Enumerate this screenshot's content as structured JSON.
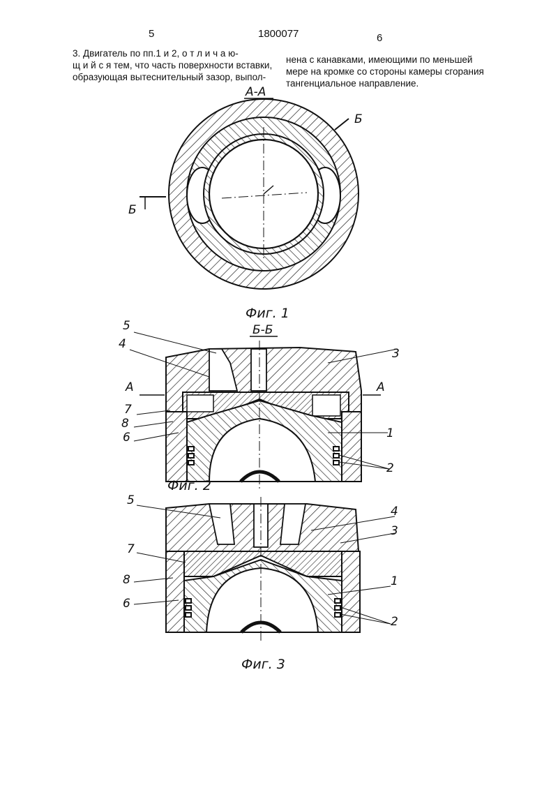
{
  "header": {
    "page_left": "5",
    "doc_number": "1800077",
    "page_right": "6"
  },
  "claim": {
    "left_lines": [
      "3. Двигатель по пп.1 и 2, о т л и ч а ю-",
      "щ и й с я тем, что часть поверхности вставки,",
      "образующая вытеснительный зазор, выпол-"
    ],
    "right_lines": [
      "нена с канавками, имеющими по меньшей",
      "мере на кромке со стороны камеры сгорания",
      "тангенциальное направление."
    ]
  },
  "fig1": {
    "section_label": "А-А",
    "cut_label_left": "Б",
    "cut_label_right": "Б",
    "caption": "Фиг. 1"
  },
  "fig2": {
    "section_label": "Б-Б",
    "caption": "Фиг. 2",
    "labels": {
      "l5": "5",
      "l4": "4",
      "l7": "7",
      "l8": "8",
      "l6": "6",
      "l3": "3",
      "l1": "1",
      "l2": "2",
      "cutA_left": "А",
      "cutA_right": "А"
    }
  },
  "fig3": {
    "caption": "Фиг. 3",
    "labels": {
      "l5": "5",
      "l4": "4",
      "l3": "3",
      "l7": "7",
      "l8": "8",
      "l6": "6",
      "l1": "1",
      "l2": "2"
    }
  }
}
